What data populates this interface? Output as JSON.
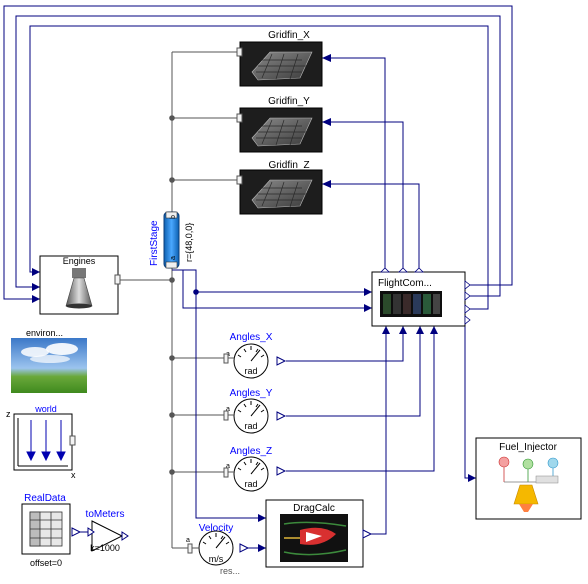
{
  "diagram": {
    "blocks": {
      "gridfin_x": {
        "label": "Gridfin_X"
      },
      "gridfin_y": {
        "label": "Gridfin_Y"
      },
      "gridfin_z": {
        "label": "Gridfin_Z"
      },
      "engines": {
        "label": "Engines"
      },
      "first_stage": {
        "label": "FirstStage",
        "port_b": "b",
        "port_a": "a",
        "param": "r={48,0,0}"
      },
      "flight_computer": {
        "label": "FlightCom..."
      },
      "environment": {
        "label": "environ..."
      },
      "world": {
        "label": "world",
        "axis_z": "z",
        "axis_x": "x"
      },
      "angles_x": {
        "label": "Angles_X",
        "unit": "rad",
        "port": "a"
      },
      "angles_y": {
        "label": "Angles_Y",
        "unit": "rad",
        "port": "a"
      },
      "angles_z": {
        "label": "Angles_Z",
        "unit": "rad",
        "port": "a"
      },
      "fuel_injector": {
        "label": "Fuel_Injector"
      },
      "real_data": {
        "label": "RealData",
        "param": "offset=0"
      },
      "to_meters": {
        "label": "toMeters",
        "param": "k=1000"
      },
      "drag_calc": {
        "label": "DragCalc"
      },
      "velocity": {
        "label": "Velocity",
        "unit": "m/s",
        "port": "a",
        "param": "res..."
      }
    },
    "colors": {
      "connector_mech": "#555555",
      "connector_signal": "#00007f",
      "label_blue": "#0000ff",
      "first_stage_body": "#1e7fd6",
      "world_arrow": "#0000b0"
    }
  }
}
